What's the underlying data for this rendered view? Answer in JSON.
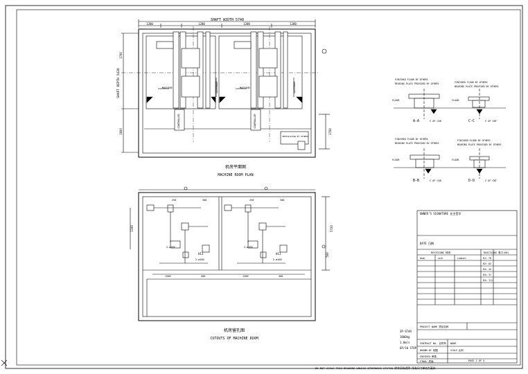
{
  "plan_top": {
    "overall_dim": "SHAFT WIDTH 5740",
    "segment_dims": [
      "1200",
      "1200",
      "1200",
      "1200"
    ],
    "left_dims": [
      "1700",
      "SHAFT DEPTH 5420",
      "1800"
    ],
    "labels": [
      "MACHINE",
      "MACHINE",
      "CONTROLLER",
      "CONTROLLER",
      "GOVERNOR",
      "GOVERNOR"
    ],
    "note_box": "VENTILATION BY OTHERS",
    "right_dim": "1700",
    "title": "机房平面图",
    "subtitle": "MACHINE ROOM PLAN"
  },
  "plan_bottom": {
    "dims_top": [
      "250",
      "300",
      "250",
      "300"
    ],
    "dims_left": [
      "1100"
    ],
    "dims_right": [
      "5720",
      "500"
    ],
    "holes": [
      "2-ø100",
      "2-ø100",
      "2-ø100",
      "2-ø100"
    ],
    "refs": [
      "H13",
      "H13"
    ],
    "bottom_dims": [
      "1200",
      "400",
      "1200",
      "400"
    ],
    "title": "机房留孔图",
    "subtitle": "CUTOUTS OF MACHINE ROOM"
  },
  "sections": [
    {
      "id": "A-A",
      "title": "FINISHED FLOOR BY OTHERS",
      "sub": "BEARING PLATE PROVIDED BY OTHERS",
      "floor": "FLOOR",
      "ctr": "C OF CAR"
    },
    {
      "id": "C-C",
      "title": "FINISHED FLOOR BY OTHERS",
      "sub": "BEARING PLATE PROVIDED BY OTHERS",
      "floor": "FLOOR",
      "ctr": "C OF CWT"
    },
    {
      "id": "B-B",
      "title": "FINISHED FLOOR BY OTHERS",
      "sub": "BEARING PLATE PROVIDED BY OTHERS",
      "floor": "FLOOR",
      "ctr": "C OF CAR"
    },
    {
      "id": "D-D",
      "title": "FINISHED FLOOR BY OTHERS",
      "sub": "BEARING PLATE PROVIDED BY OTHERS",
      "floor": "FLOOR",
      "ctr": "C OF CWT"
    }
  ],
  "title_block": {
    "header": "OWNER'S SIGNATURE 业主签字",
    "date": "DATE 日期",
    "revisions": "REVISIONS 修改",
    "reactions": "REACTIONS 受力(kN)",
    "rev_cols": [
      "MARK",
      "DATE",
      "CHANGES"
    ],
    "reactions_list": [
      "R1= 78",
      "R2= 63",
      "R3= 45",
      "R4= 37",
      "R5= 113"
    ],
    "project_name": "PROJECT NAME 项目名称",
    "contract_no": "CONTRACT NO. 合同号",
    "drawn_by": "DRAWN BY 制图",
    "checked_by": "CHECKED 审核",
    "final": "FINAL 终版",
    "page_no": "PAGE 2 OF 5",
    "dwg_val": "NONE",
    "scale": "SCALE 比例"
  },
  "side_notes": [
    "3P-STAR",
    "1000kg",
    "1.0m/s",
    "6P/10 STOP"
  ],
  "bottom_note": "DO NOT SCALE THIS DRAWING UNLESS OTHERWISE STATED 除非另有说明 所有尺寸单位为毫米"
}
